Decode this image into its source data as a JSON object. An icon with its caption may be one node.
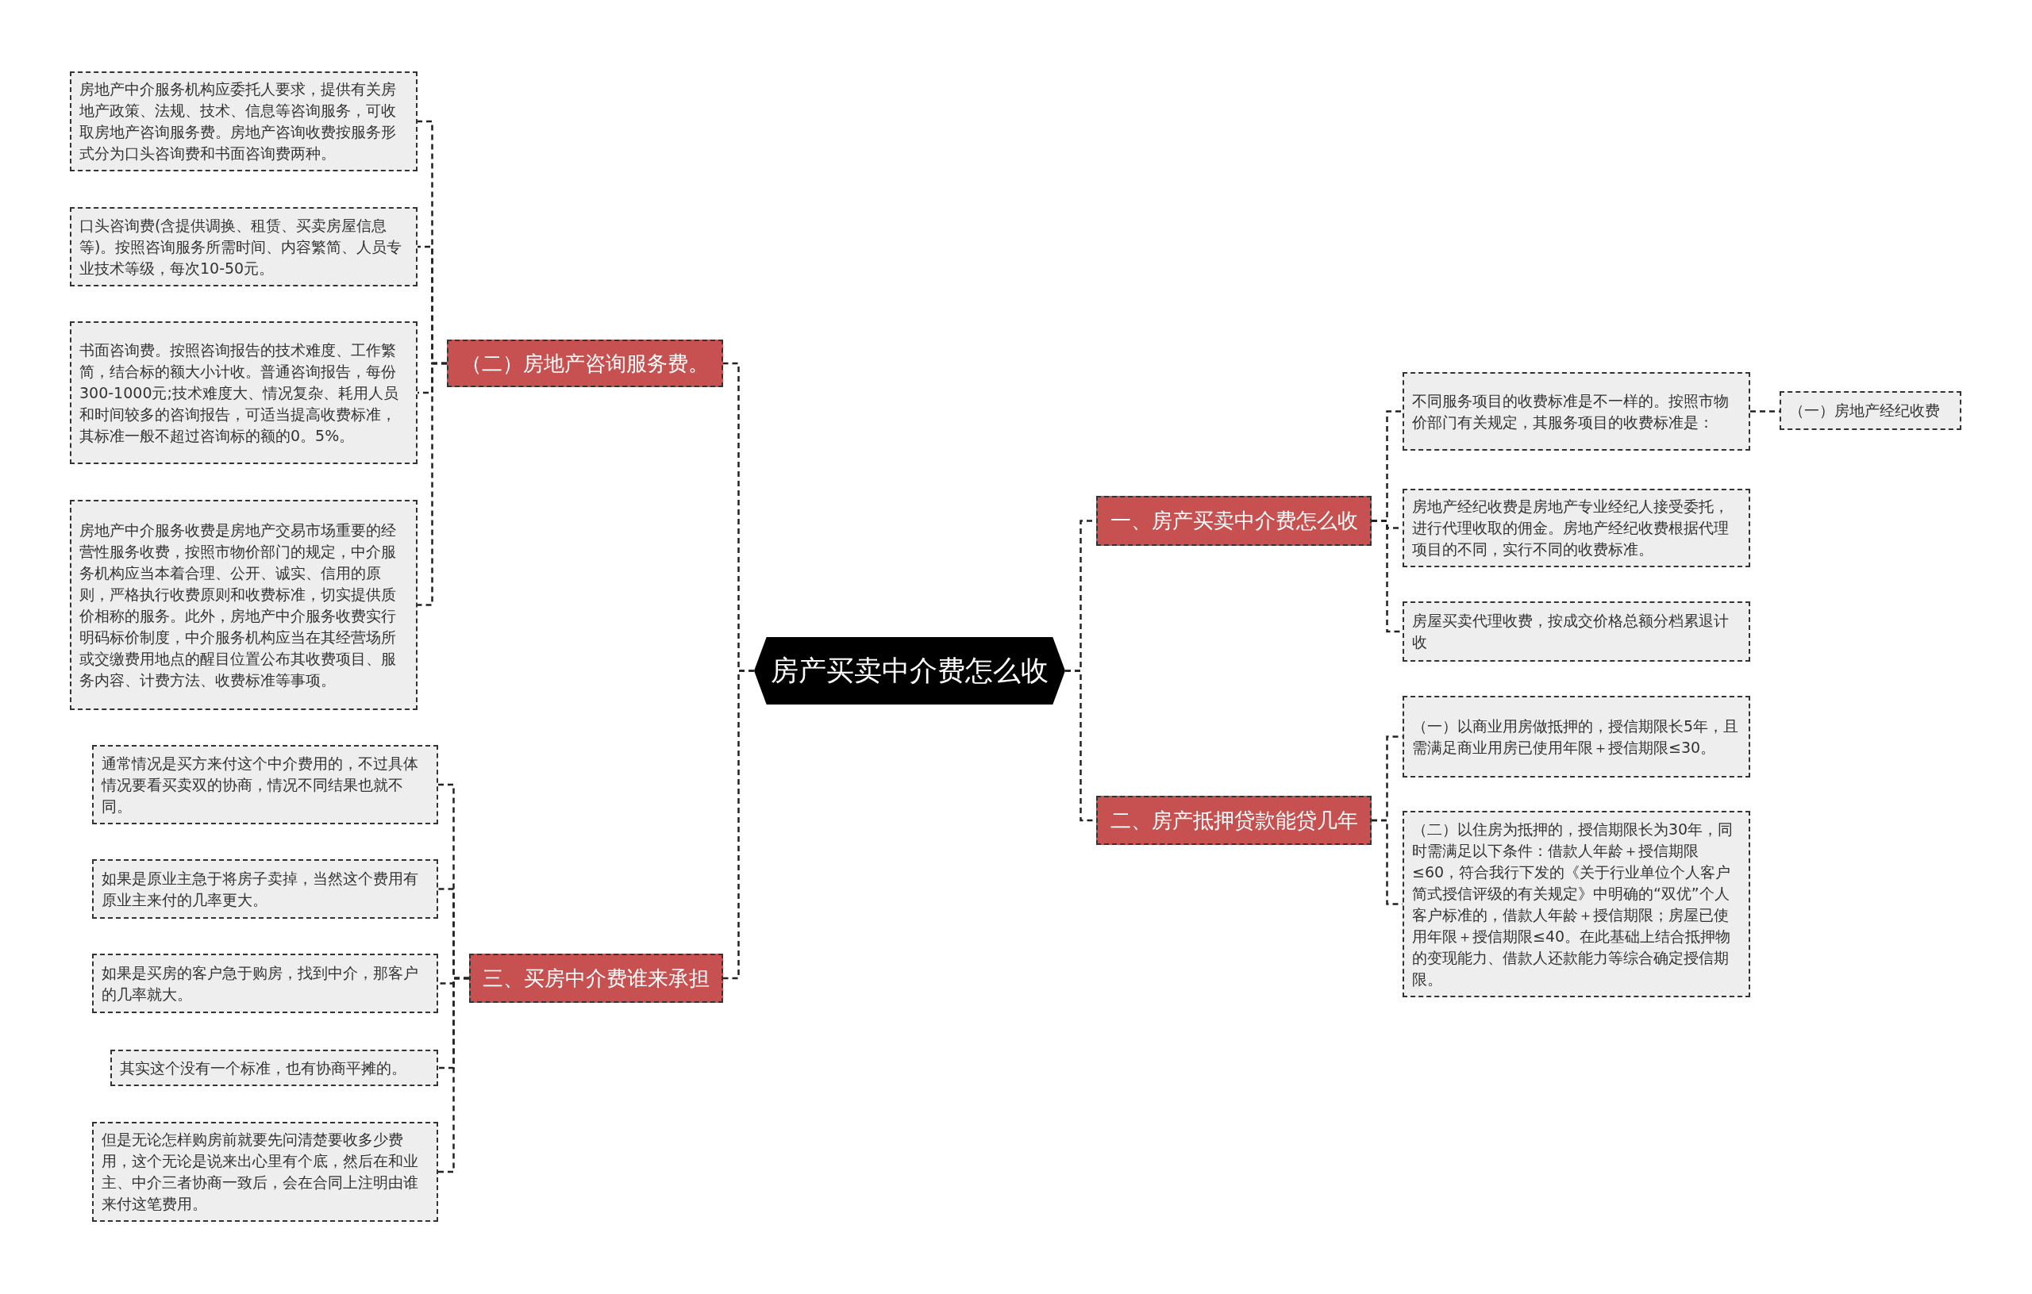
{
  "diagram": {
    "nodes": [
      {
        "text": [
          "房产买卖中介费怎么收"
        ]
      },
      {
        "text": [
          "一、房产买卖中介费怎么收"
        ]
      },
      {
        "text": [
          "不同服务项目的收费标准是不一样的。按照市物价部门有关规定，其服务项目的收费标准是："
        ]
      },
      {
        "text": [
          "（一）房地产经纪收费"
        ]
      },
      {
        "text": [
          "房地产经纪收费是房地产专业经纪人接受委托，进行代理收取的佣金。房地产经纪收费根据代理项目的不同，实行不同的收费标准。"
        ]
      },
      {
        "text": [
          "房屋买卖代理收费，按成交价格总额分档累退计收"
        ]
      },
      {
        "text": [
          "二、房产抵押贷款能贷几年"
        ]
      },
      {
        "text": [
          "（一）以商业用房做抵押的，授信期限长5年，且需满足商业用房已使用年限＋授信期限≤30。"
        ]
      },
      {
        "text": [
          "（二）以住房为抵押的，授信期限长为30年，同时需满足以下条件：借款人年龄＋授信期限≤60，符合我行下发的《关于行业单位个人客户简式授信评级的有关规定》中明确的“双优”个人客户标准的，借款人年龄＋授信期限；房屋已使用年限＋授信期限≤40。在此基础上结合抵押物的变现能力、借款人还款能力等综合确定授信期限。"
        ]
      },
      {
        "text": [
          "（二）房地产咨询服务费。"
        ]
      },
      {
        "text": [
          "房地产中介服务机构应委托人要求，提供有关房地产政策、法规、技术、信息等咨询服务，可收取房地产咨询服务费。房地产咨询收费按服务形式分为口头咨询费和书面咨询费两种。"
        ]
      },
      {
        "text": [
          "口头咨询费(含提供调换、租赁、买卖房屋信息等)。按照咨询服务所需时间、内容繁简、人员专业技术等级，每次10-50元。"
        ]
      },
      {
        "text": [
          "书面咨询费。按照咨询报告的技术难度、工作繁简，结合标的额大小计收。普通咨询报告，每份300-1000元;技术难度大、情况复杂、耗用人员和时间较多的咨询报告，可适当提高收费标准，其标准一般不超过咨询标的额的0。5%。"
        ]
      },
      {
        "text": [
          "房地产中介服务收费是房地产交易市场重要的经营性服务收费，按照市物价部门的规定，中介服务机构应当本着合理、公开、诚实、信用的原则，严格执行收费原则和收费标准，切实提供质价相称的服务。此外，房地产中介服务收费实行明码标价制度，中介服务机构应当在其经营场所或交缴费用地点的醒目位置公布其收费项目、服务内容、计费方法、收费标准等事项。"
        ]
      },
      {
        "text": [
          "三、买房中介费谁来承担"
        ]
      },
      {
        "text": [
          "通常情况是买方来付这个中介费用的，不过具体情况要看买卖双的协商，情况不同结果也就不同。"
        ]
      },
      {
        "text": [
          "如果是原业主急于将房子卖掉，当然这个费用有原业主来付的几率更大。"
        ]
      },
      {
        "text": [
          "如果是买房的客户急于购房，找到中介，那客户的几率就大。"
        ]
      },
      {
        "text": [
          "其实这个没有一个标准，也有协商平摊的。"
        ]
      },
      {
        "text": [
          "但是无论怎样购房前就要先问清楚要收多少费用，这个无论是说来出心里有个底，然后在和业主、中介三者协商一致后，会在合同上注明由谁来付这笔费用。"
        ]
      }
    ],
    "edges": [
      {
        "from": 0,
        "to": 1,
        "arrow": "none"
      },
      {
        "from": 1,
        "to": 2,
        "arrow": "none"
      },
      {
        "from": 2,
        "to": 3,
        "arrow": "none"
      },
      {
        "from": 1,
        "to": 4,
        "arrow": "none"
      },
      {
        "from": 1,
        "to": 5,
        "arrow": "none"
      },
      {
        "from": 0,
        "to": 6,
        "arrow": "none"
      },
      {
        "from": 6,
        "to": 7,
        "arrow": "none"
      },
      {
        "from": 6,
        "to": 8,
        "arrow": "none"
      },
      {
        "from": 0,
        "to": 9,
        "arrow": "none"
      },
      {
        "from": 9,
        "to": 10,
        "arrow": "none"
      },
      {
        "from": 9,
        "to": 11,
        "arrow": "none"
      },
      {
        "from": 9,
        "to": 12,
        "arrow": "none"
      },
      {
        "from": 9,
        "to": 13,
        "arrow": "none"
      },
      {
        "from": 0,
        "to": 14,
        "arrow": "none"
      },
      {
        "from": 14,
        "to": 15,
        "arrow": "none"
      },
      {
        "from": 14,
        "to": 16,
        "arrow": "none"
      },
      {
        "from": 14,
        "to": 17,
        "arrow": "none"
      },
      {
        "from": 14,
        "to": 18,
        "arrow": "none"
      },
      {
        "from": 14,
        "to": 19,
        "arrow": "none"
      }
    ]
  }
}
